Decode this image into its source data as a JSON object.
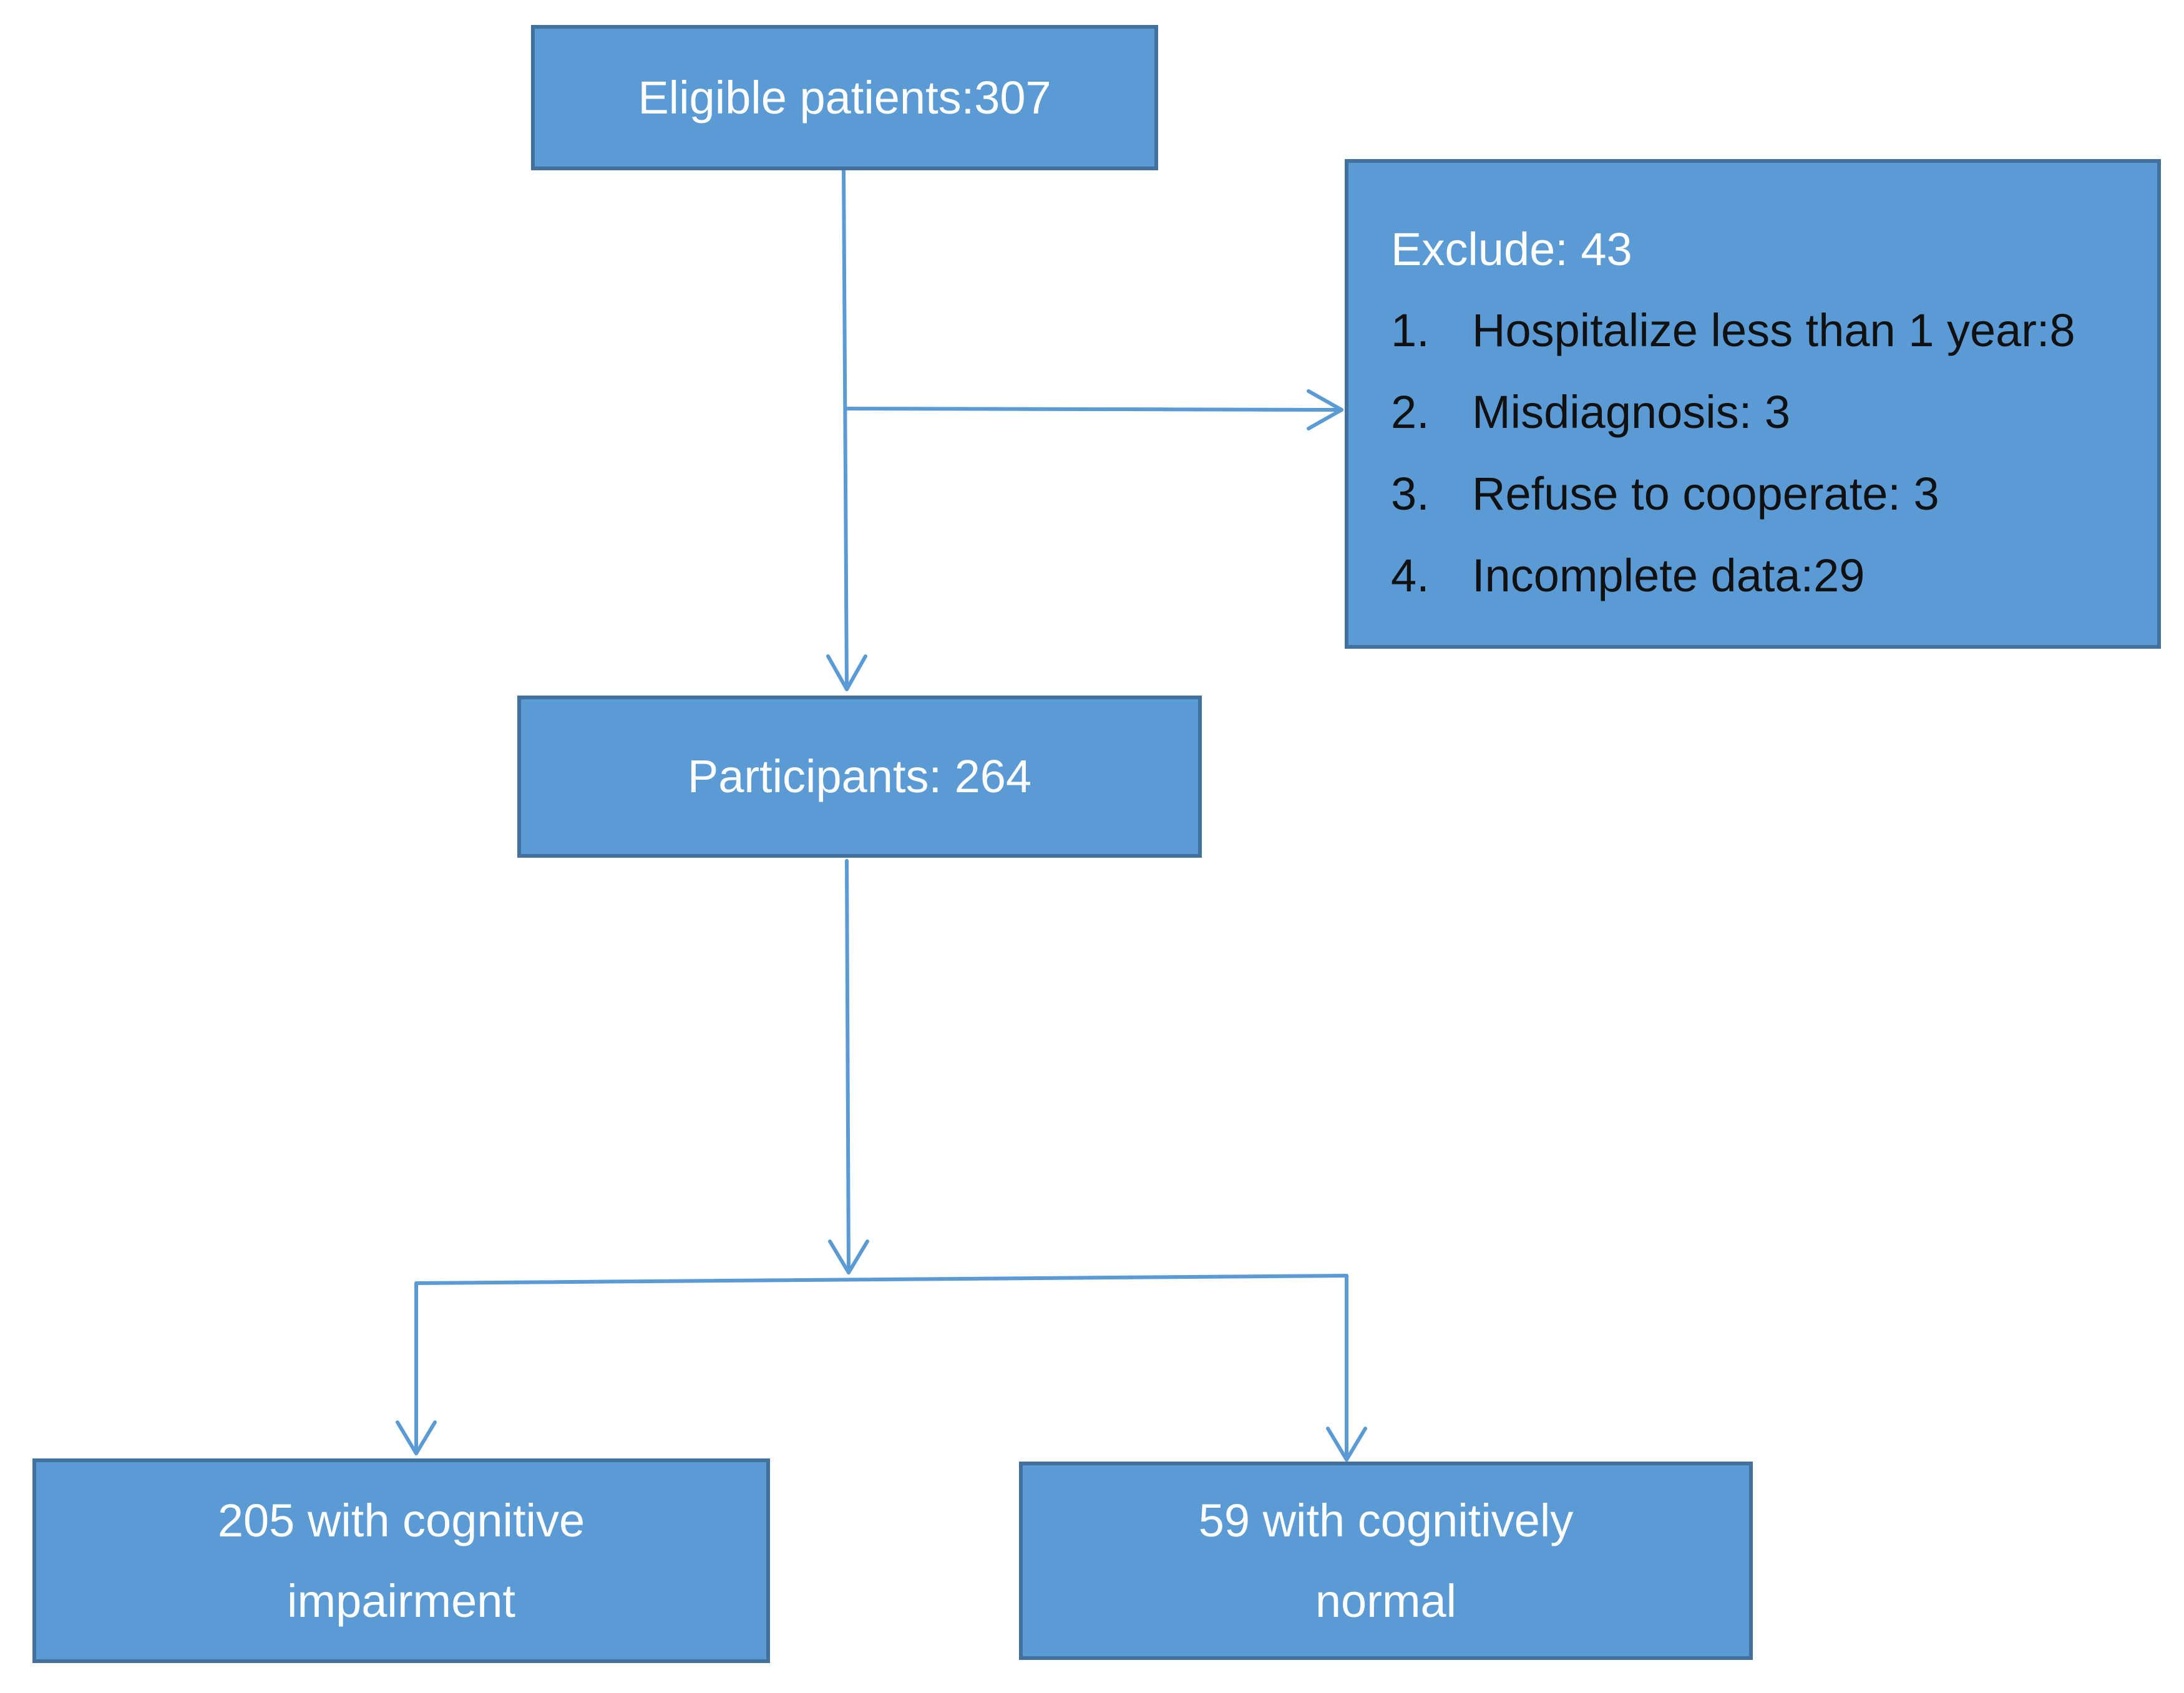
{
  "flowchart": {
    "eligible": "Eligible patients:307",
    "exclude": {
      "title": "Exclude: 43",
      "items": [
        {
          "num": "1.",
          "text": "Hospitalize less than 1 year:8"
        },
        {
          "num": "2.",
          "text": "Misdiagnosis: 3"
        },
        {
          "num": "3.",
          "text": "Refuse to cooperate: 3"
        },
        {
          "num": "4.",
          "text": "Incomplete data:29"
        }
      ]
    },
    "participants": "Participants: 264",
    "impaired": {
      "line1": "205 with cognitive",
      "line2": "impairment"
    },
    "normal": {
      "line1": "59 with cognitively",
      "line2": "normal"
    }
  },
  "colors": {
    "box_fill": "#5b9bd5",
    "box_border": "#41719c",
    "line": "#5b9bd5"
  }
}
